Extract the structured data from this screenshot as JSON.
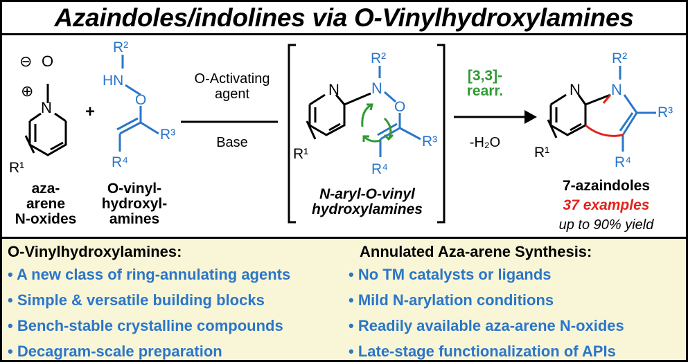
{
  "title": "Azaindoles/indolines via O-Vinylhydroxylamines",
  "scheme": {
    "n_oxide_label": [
      "aza-",
      "arene",
      "N-oxides"
    ],
    "vinyl_label": [
      "O-vinyl-",
      "hydroxyl-",
      "amines"
    ],
    "plus": "+",
    "conditions_top": [
      "O-Activating",
      "agent"
    ],
    "conditions_bottom": "Base",
    "intermediate_label": [
      "N-aryl-O-vinyl",
      "hydroxylamines"
    ],
    "rearr_label": [
      "[3,3]-",
      "rearr."
    ],
    "loss_label": "-H₂O",
    "product_label": "7-azaindoles",
    "examples_label": "37 examples",
    "yield_label": "up to 90% yield",
    "atoms": {
      "N": "N",
      "O": "O",
      "HN": "HN",
      "R1": "R¹",
      "R2": "R²",
      "R3": "R³",
      "R4": "R⁴",
      "minus": "⊖",
      "plus_charge": "⊕"
    }
  },
  "left_column": {
    "heading": "O-Vinylhydroxylamines:",
    "bullets": [
      "• A new class of ring-annulating agents",
      "• Simple & versatile building blocks",
      "• Bench-stable crystalline compounds",
      "• Decagram-scale preparation"
    ]
  },
  "right_column": {
    "heading": "Annulated Aza-arene Synthesis:",
    "bullets": [
      "• No TM catalysts or ligands",
      "• Mild N-arylation conditions",
      "• Readily available aza-arene N-oxides",
      "• Late-stage functionalization of APIs"
    ]
  },
  "colors": {
    "blue": "#2a76c9",
    "green": "#2e9a33",
    "red": "#e2231a",
    "panel_bg": "#f9f6d7"
  }
}
